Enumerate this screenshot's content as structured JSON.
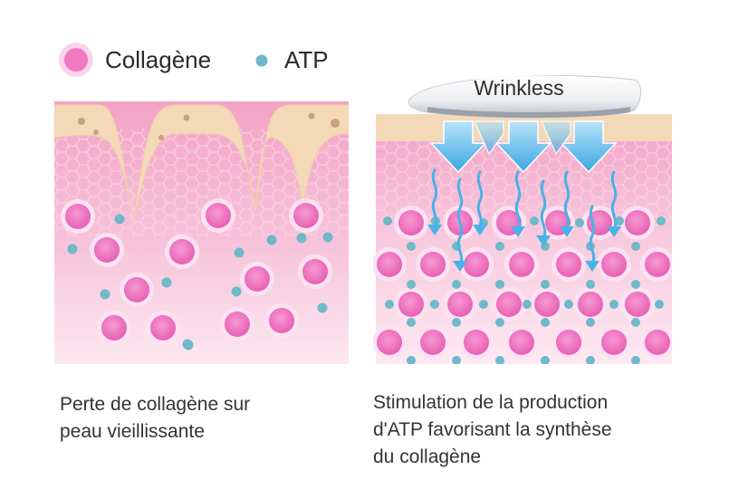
{
  "legend": {
    "collagen_label": "Collagène",
    "atp_label": "ATP"
  },
  "device": {
    "brand_label": "Wrinkless"
  },
  "captions": {
    "left": [
      "Perte de collagène sur",
      "peau vieillissante"
    ],
    "right": [
      "Stimulation de la production",
      "d'ATP favorisant la synthèse",
      "du collagène"
    ]
  },
  "colors": {
    "collagen_fill": "#f07fc6",
    "collagen_ring": "#f9c7e6",
    "atp": "#6fb9c9",
    "skin_top": "#f5e0c4",
    "dermis_top": "#f4aac9",
    "dermis_bottom": "#fbe4ef",
    "arrow": "#4ab2e6"
  }
}
